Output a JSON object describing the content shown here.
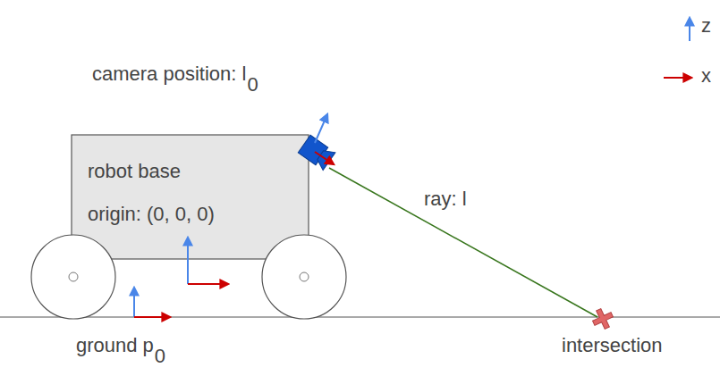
{
  "diagram": {
    "nodes": [
      {
        "text": [
          "robot base",
          "origin: (0, 0, 0)"
        ]
      }
    ],
    "labels": [
      "camera position: l",
      "0",
      "ray: l",
      "ground p",
      "0",
      "intersection"
    ],
    "legend": [
      {
        "text": "z"
      },
      {
        "text": "x"
      }
    ]
  }
}
